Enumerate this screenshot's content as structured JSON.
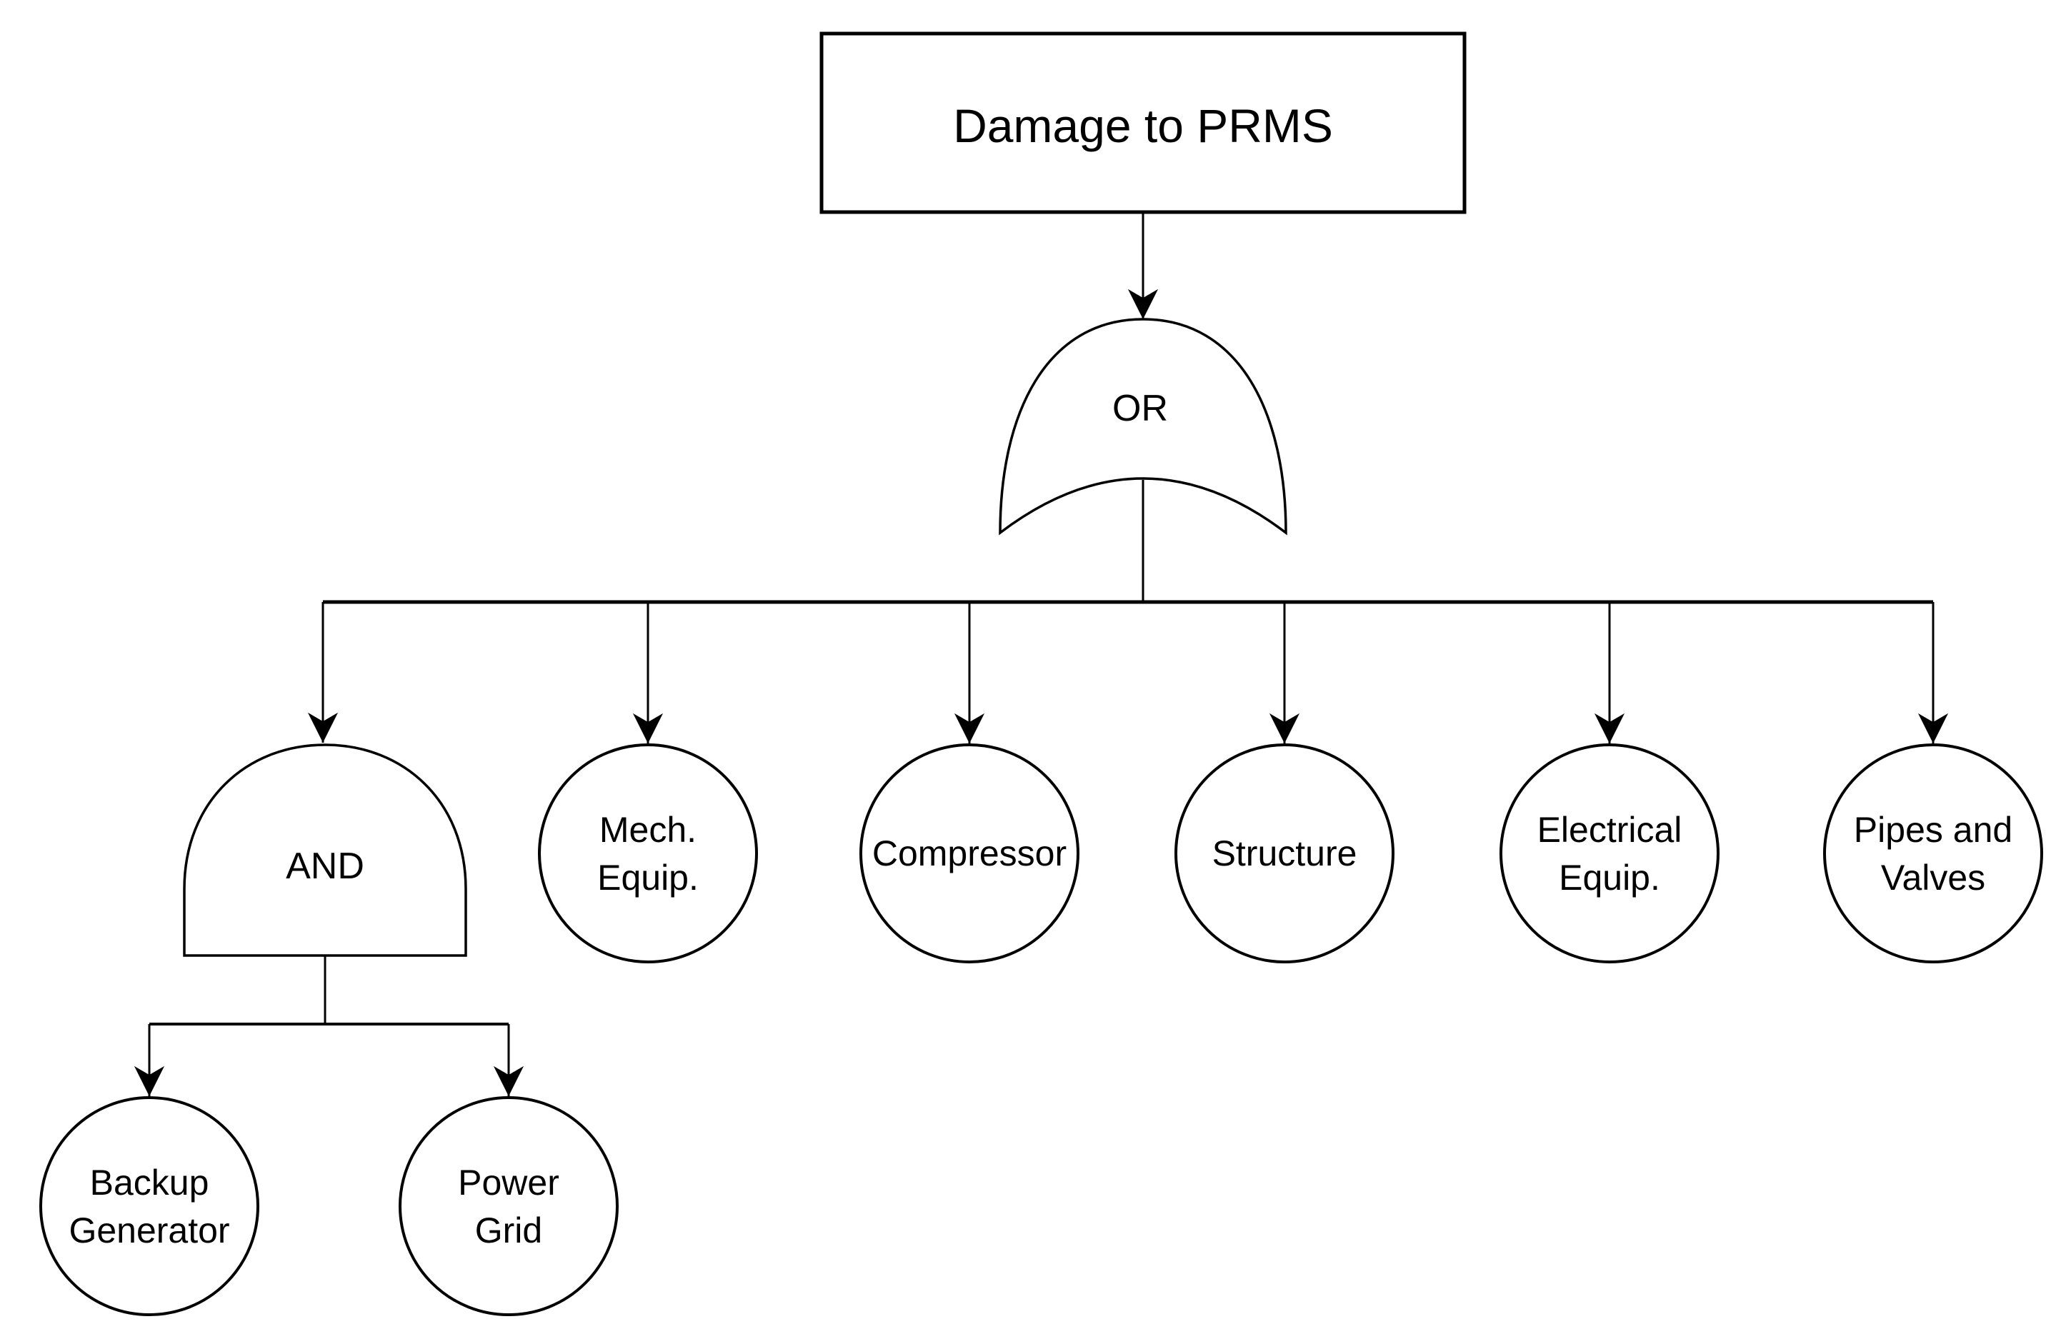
{
  "diagram": {
    "type": "fault-tree",
    "background_color": "#ffffff",
    "line_color": "#000000",
    "top_event": {
      "label": "Damage to PRMS"
    },
    "gates": {
      "or": {
        "label": "OR"
      },
      "and": {
        "label": "AND"
      }
    },
    "basic_events": [
      {
        "id": "mech-equip",
        "lines": [
          "Mech.",
          "Equip."
        ]
      },
      {
        "id": "compressor",
        "lines": [
          "Compressor"
        ]
      },
      {
        "id": "structure",
        "lines": [
          "Structure"
        ]
      },
      {
        "id": "electrical-equip",
        "lines": [
          "Electrical",
          "Equip."
        ]
      },
      {
        "id": "pipes-and-valves",
        "lines": [
          "Pipes and",
          "Valves"
        ]
      },
      {
        "id": "backup-generator",
        "lines": [
          "Backup",
          "Generator"
        ]
      },
      {
        "id": "power-grid",
        "lines": [
          "Power",
          "Grid"
        ]
      }
    ]
  }
}
